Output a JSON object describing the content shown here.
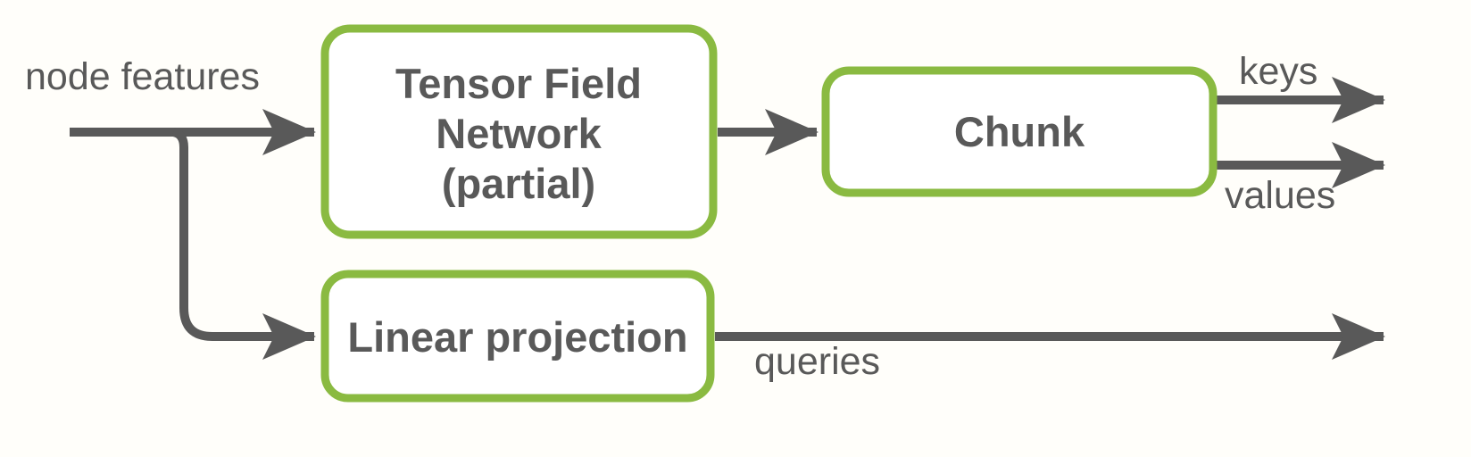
{
  "colors": {
    "background": "#FFFEFA",
    "line": "#595959",
    "text": "#595959",
    "box_border": "#8ABA41",
    "box_fill": "#FFFFFF"
  },
  "edge_labels": {
    "input": "node features",
    "keys": "keys",
    "values": "values",
    "queries": "queries"
  },
  "boxes": {
    "tensor_field_network": {
      "line1": "Tensor Field",
      "line2": "Network",
      "line3": "(partial)"
    },
    "chunk": {
      "label": "Chunk"
    },
    "linear_projection": {
      "label": "Linear projection"
    }
  }
}
